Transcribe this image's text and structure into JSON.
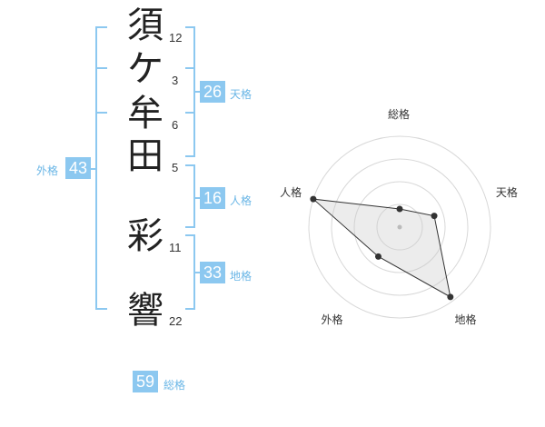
{
  "name": {
    "chars": [
      {
        "char": "須",
        "strokes": "12"
      },
      {
        "char": "ケ",
        "strokes": "3"
      },
      {
        "char": "牟",
        "strokes": "6"
      },
      {
        "char": "田",
        "strokes": "5"
      },
      {
        "char": "彩",
        "strokes": "11"
      },
      {
        "char": "響",
        "strokes": "22"
      }
    ]
  },
  "kakusu": {
    "tenkaku": {
      "value": "26",
      "label": "天格"
    },
    "jinkaku": {
      "value": "16",
      "label": "人格"
    },
    "chikaku": {
      "value": "33",
      "label": "地格"
    },
    "gaikaku": {
      "value": "43",
      "label": "外格"
    },
    "soukaku": {
      "value": "59",
      "label": "総格"
    }
  },
  "colors": {
    "accent": "#8cc8f0",
    "bracket": "#8cc8f0",
    "label": "#6ab6e6"
  },
  "chart_data": {
    "type": "radar",
    "axes": [
      "総格",
      "天格",
      "地格",
      "外格",
      "人格"
    ],
    "values": [
      0.2,
      0.4,
      0.95,
      0.4,
      1.0
    ],
    "rings": 4,
    "grid": true
  }
}
